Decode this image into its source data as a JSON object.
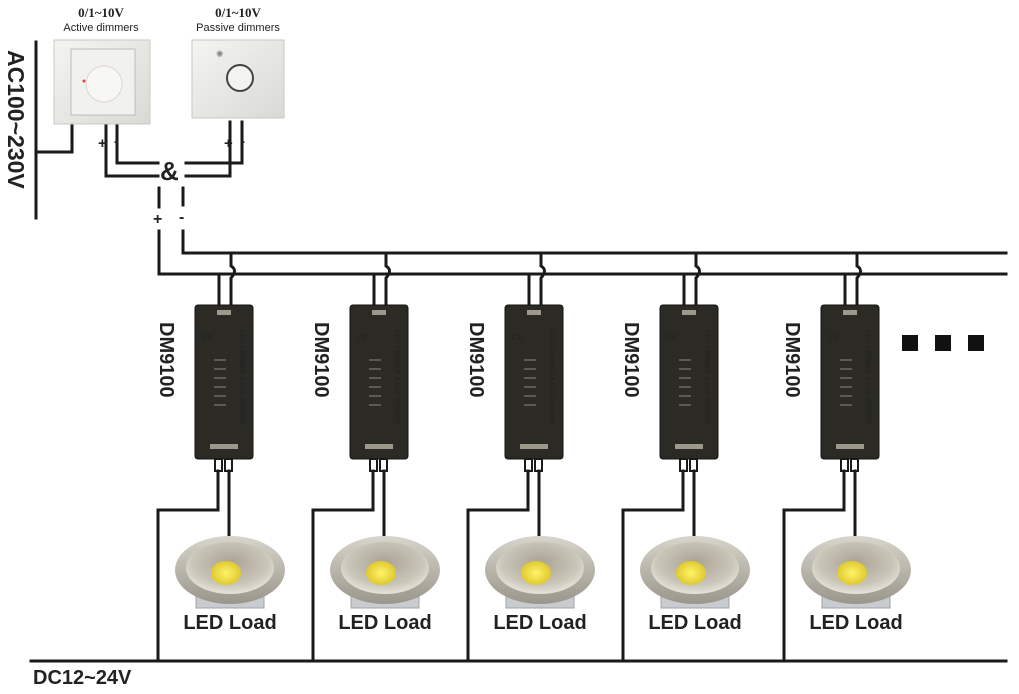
{
  "power": {
    "ac_label": "AC100~230V",
    "dc_label": "DC12~24V"
  },
  "dimmers": [
    {
      "voltage": "0/1~10V",
      "type": "Active dimmers",
      "plus": "+",
      "minus": "-"
    },
    {
      "voltage": "0/1~10V",
      "type": "Passive dimmers",
      "plus": "+",
      "minus": "-"
    }
  ],
  "junction": {
    "symbol": "&",
    "plus": "+",
    "minus": "-"
  },
  "drivers": [
    {
      "model": "DM9100",
      "print": "LED DIMMER & LED DRIVER",
      "load": "LED Load"
    },
    {
      "model": "DM9100",
      "print": "LED DIMMER & LED DRIVER",
      "load": "LED Load"
    },
    {
      "model": "DM9100",
      "print": "LED DIMMER & LED DRIVER",
      "load": "LED Load"
    },
    {
      "model": "DM9100",
      "print": "LED DIMMER & LED DRIVER",
      "load": "LED Load"
    },
    {
      "model": "DM9100",
      "print": "LED DIMMER & LED DRIVER",
      "load": "LED Load"
    }
  ],
  "continuation": {
    "marker": "more-units"
  },
  "colors": {
    "wire": "#1a1a1a",
    "driver_body": "#2b2a24",
    "led_chip": "#f2e04a",
    "housing": "#b9b5a8",
    "switch_plate": "#ececea"
  }
}
